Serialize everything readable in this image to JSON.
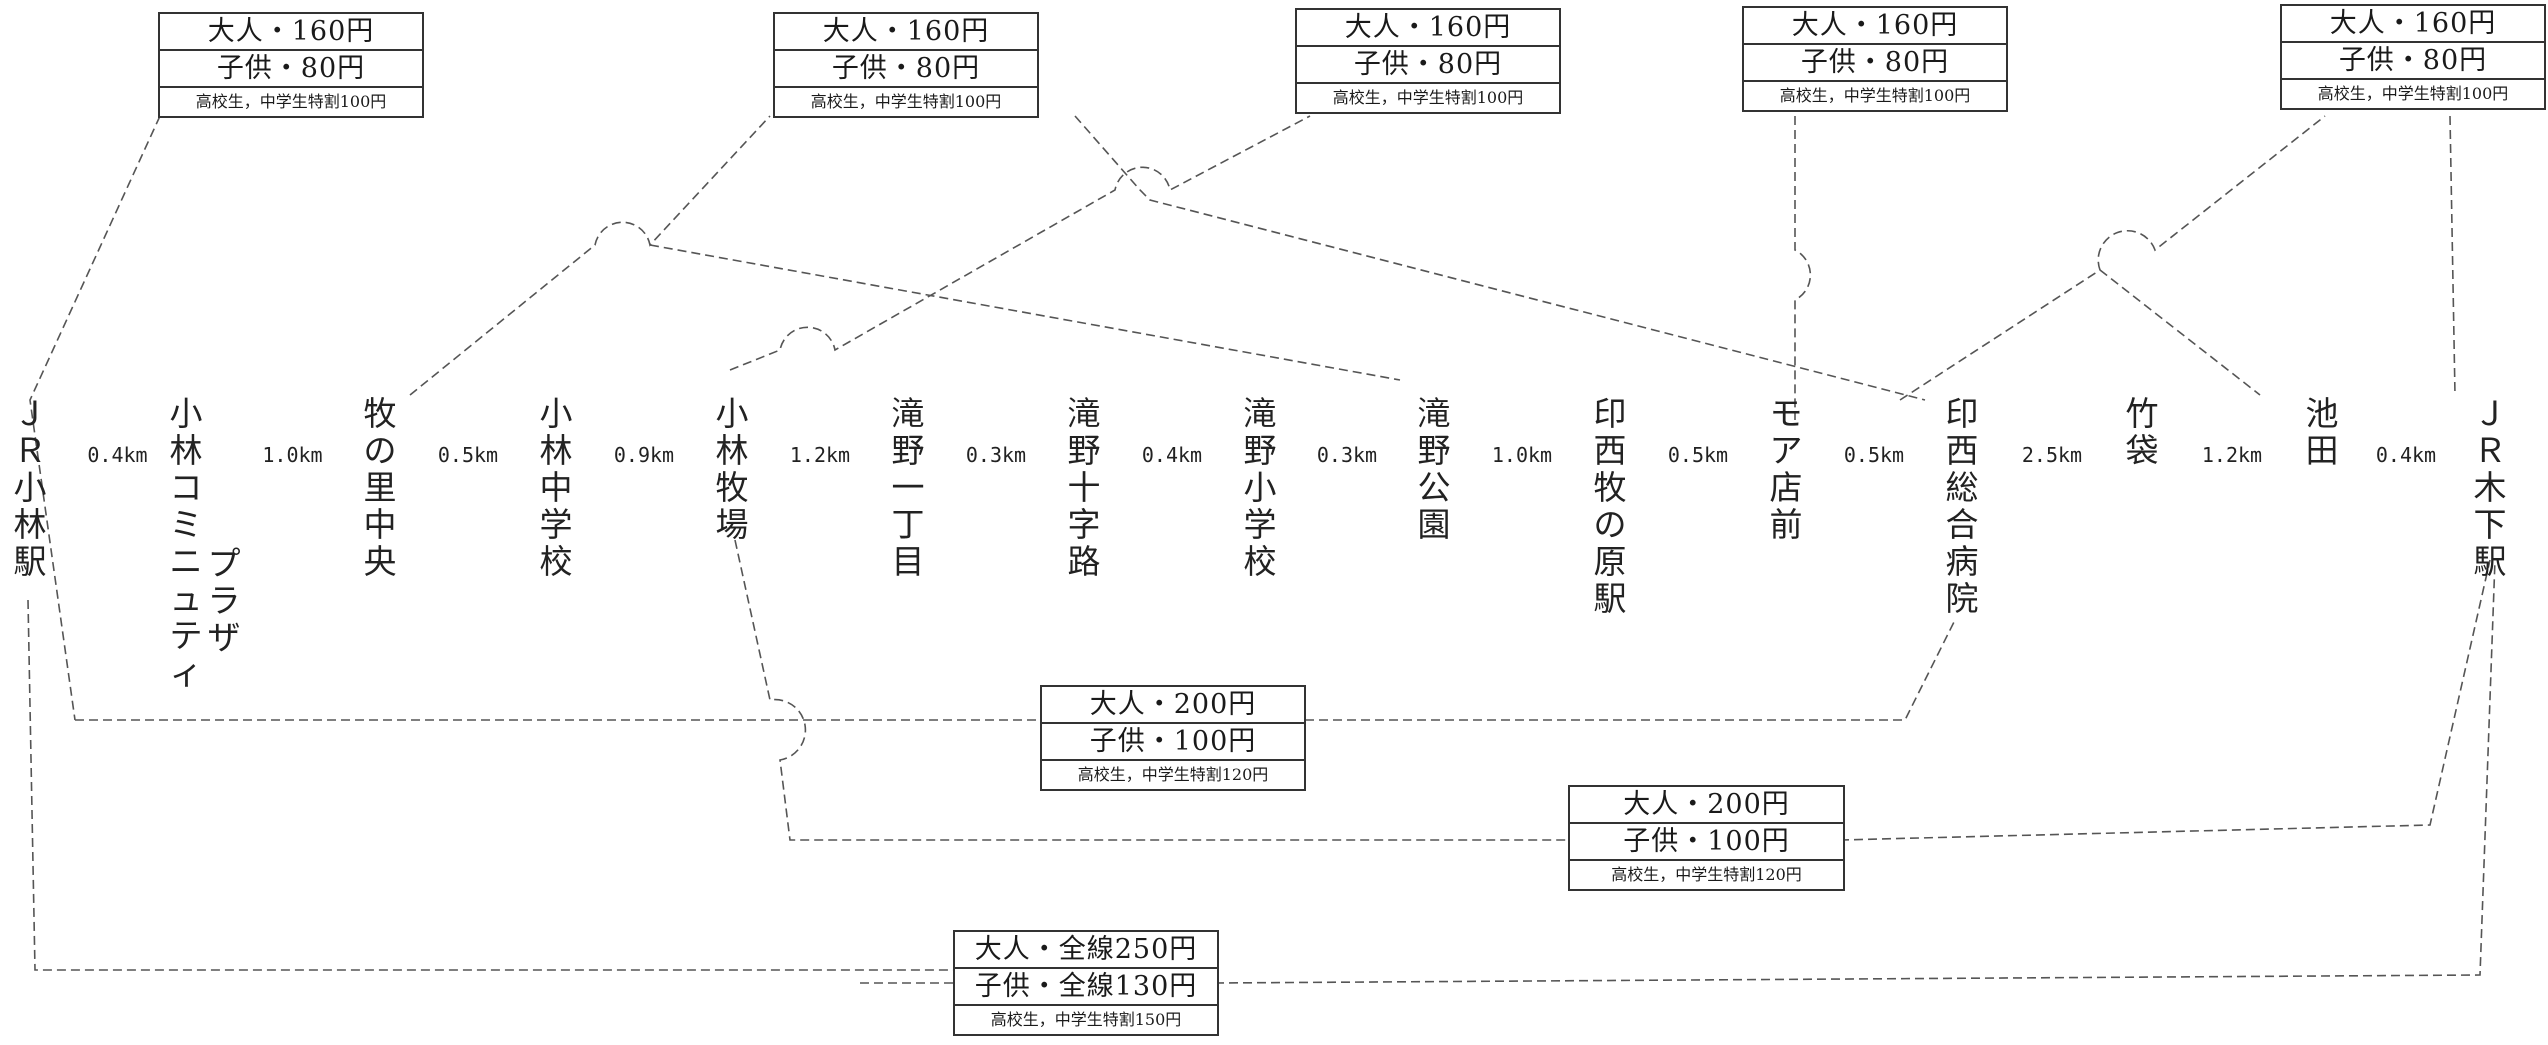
{
  "stations": [
    {
      "id": "jr-kobayashi",
      "lines": [
        "ＪＲ小林駅"
      ]
    },
    {
      "id": "community-plaza",
      "lines": [
        "小林コミニュティ",
        "プラザ"
      ]
    },
    {
      "id": "makinosato",
      "lines": [
        "牧の里中央"
      ]
    },
    {
      "id": "kobayashi-jhs",
      "lines": [
        "小林中学校"
      ]
    },
    {
      "id": "kobayashi-bokujo",
      "lines": [
        "小林牧場"
      ]
    },
    {
      "id": "takino-1",
      "lines": [
        "滝野一丁目"
      ]
    },
    {
      "id": "takino-jujiro",
      "lines": [
        "滝野十字路"
      ]
    },
    {
      "id": "takino-es",
      "lines": [
        "滝野小学校"
      ]
    },
    {
      "id": "takino-park",
      "lines": [
        "滝野公園"
      ]
    },
    {
      "id": "inzai-makinohara",
      "lines": [
        "印西牧の原駅"
      ]
    },
    {
      "id": "moa",
      "lines": [
        "モア店前"
      ]
    },
    {
      "id": "inzai-hospital",
      "lines": [
        "印西総合病院"
      ]
    },
    {
      "id": "takebukuro",
      "lines": [
        "竹袋"
      ]
    },
    {
      "id": "ikeda",
      "lines": [
        "池田"
      ]
    },
    {
      "id": "jr-kioroshi",
      "lines": [
        "ＪＲ木下駅"
      ]
    }
  ],
  "distances": [
    "0.4km",
    "1.0km",
    "0.5km",
    "0.9km",
    "1.2km",
    "0.3km",
    "0.4km",
    "0.3km",
    "1.0km",
    "0.5km",
    "0.5km",
    "2.5km",
    "1.2km",
    "0.4km"
  ],
  "fares": [
    {
      "adult": "大人・160円",
      "child": "子供・80円",
      "student": "高校生，中学生特割100円"
    },
    {
      "adult": "大人・160円",
      "child": "子供・80円",
      "student": "高校生，中学生特割100円"
    },
    {
      "adult": "大人・160円",
      "child": "子供・80円",
      "student": "高校生，中学生特割100円"
    },
    {
      "adult": "大人・160円",
      "child": "子供・80円",
      "student": "高校生，中学生特割100円"
    },
    {
      "adult": "大人・160円",
      "child": "子供・80円",
      "student": "高校生，中学生特割100円"
    },
    {
      "adult": "大人・200円",
      "child": "子供・100円",
      "student": "高校生，中学生特割120円"
    },
    {
      "adult": "大人・200円",
      "child": "子供・100円",
      "student": "高校生，中学生特割120円"
    },
    {
      "adult": "大人・全線250円",
      "child": "子供・全線130円",
      "student": "高校生，中学生特割150円"
    }
  ]
}
